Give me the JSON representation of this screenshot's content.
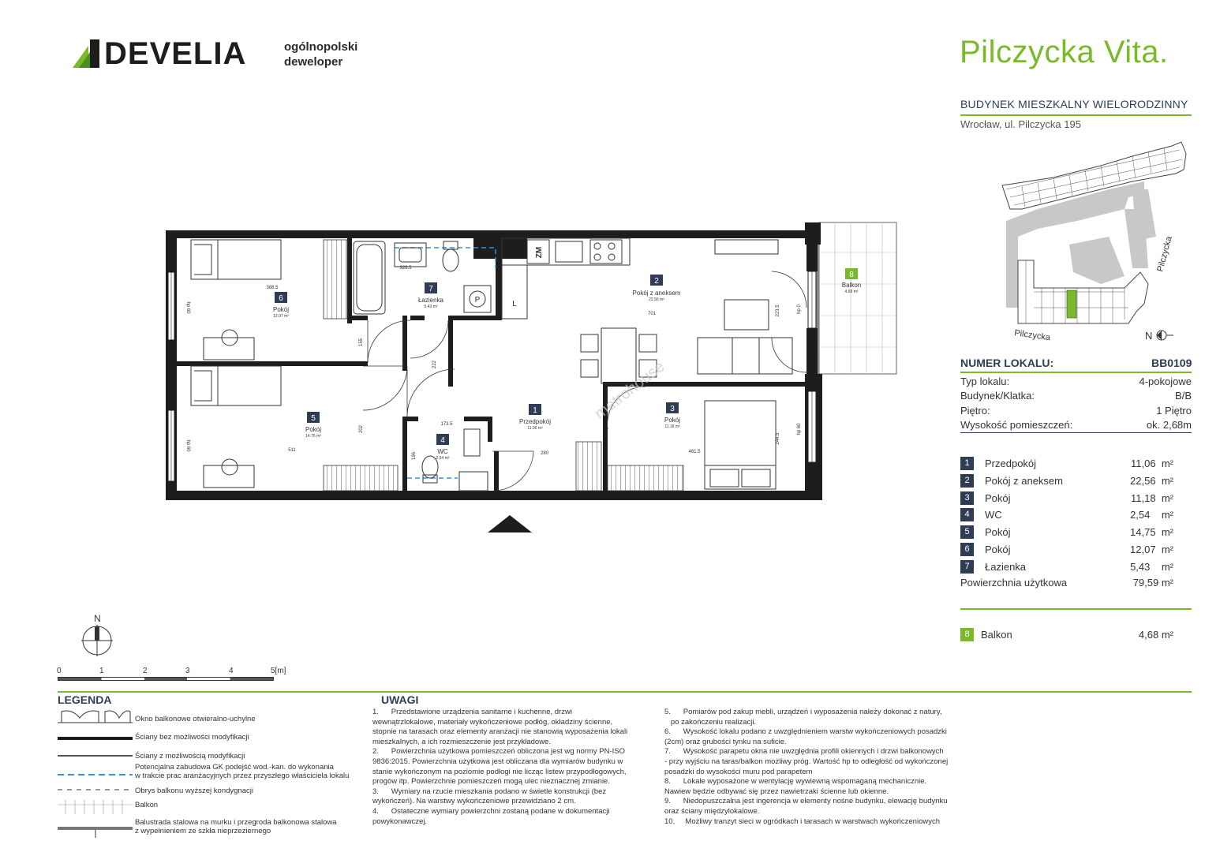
{
  "header": {
    "logo_word": "DEVELIA",
    "logo_sub_line1": "ogólnopolski",
    "logo_sub_line2": "deweloper",
    "brand": "Pilczycka Vita.",
    "building_title": "BUDYNEK MIESZKALNY WIELORODZINNY",
    "address": "Wrocław, ul. Pilczycka 195"
  },
  "site_map": {
    "street_label_1": "Pilczycka",
    "street_label_2": "Pilczycka",
    "north_label": "N"
  },
  "unit": {
    "number_label": "NUMER LOKALU:",
    "number_value": "BB0109",
    "rows": [
      {
        "label": "Typ lokalu:",
        "value": "4-pokojowe"
      },
      {
        "label": "Budynek/Klatka:",
        "value": "B/B"
      },
      {
        "label": "Piętro:",
        "value": "1 Piętro"
      },
      {
        "label": "Wysokość pomieszczeń:",
        "value": "ok. 2,68m"
      }
    ]
  },
  "rooms": [
    {
      "num": "1",
      "name": "Przedpokój",
      "area": "11,06",
      "unit": "m²"
    },
    {
      "num": "2",
      "name": "Pokój z aneksem",
      "area": "22,56",
      "unit": "m²"
    },
    {
      "num": "3",
      "name": "Pokój",
      "area": "11,18",
      "unit": "m²"
    },
    {
      "num": "4",
      "name": "WC",
      "area": "2,54",
      "unit": "m²"
    },
    {
      "num": "5",
      "name": "Pokój",
      "area": "14,75",
      "unit": "m²"
    },
    {
      "num": "6",
      "name": "Pokój",
      "area": "12,07",
      "unit": "m²"
    },
    {
      "num": "7",
      "name": "Łazienka",
      "area": "5,43",
      "unit": "m²"
    }
  ],
  "total": {
    "label": "Powierzchnia użytkowa",
    "value": "79,59 m²"
  },
  "balcony": {
    "num": "8",
    "name": "Balkon",
    "area": "4,68 m²"
  },
  "plan": {
    "rooms": [
      {
        "num": "1",
        "name": "Przedpokój",
        "area": "11.06 m²"
      },
      {
        "num": "2",
        "name": "Pokój z aneksem",
        "area": "22.56 m²"
      },
      {
        "num": "3",
        "name": "Pokój",
        "area": "11.18 m²"
      },
      {
        "num": "4",
        "name": "WC",
        "area": "2.54 m²"
      },
      {
        "num": "5",
        "name": "Pokój",
        "area": "14.75 m²"
      },
      {
        "num": "6",
        "name": "Pokój",
        "area": "12.07 m²"
      },
      {
        "num": "7",
        "name": "Łazienka",
        "area": "5.43 m²"
      },
      {
        "num": "8",
        "name": "Balkon",
        "area": "4.68 m²"
      }
    ],
    "dims": {
      "d1": "388.5",
      "d2": "326.5",
      "d3": "701",
      "d4": "511",
      "d5": "173.5",
      "d6": "280",
      "d7": "461.5",
      "d8": "222",
      "d9": "196",
      "d10": "155",
      "d11": "202",
      "d12": "223.5",
      "d13": "244.5"
    },
    "hp_label": "hp 60",
    "hp_label_2": "hp 0",
    "zm_label": "ZM",
    "l_label": "L",
    "p_label": "P",
    "watermark": "metrohouse"
  },
  "compass": {
    "north": "N"
  },
  "scale": {
    "ticks": [
      "0",
      "1",
      "2",
      "3",
      "4",
      "5[m]"
    ]
  },
  "legend": {
    "title": "LEGENDA",
    "items": [
      "Okno balkonowe otwieralno-uchylne",
      "Ściany bez możliwości modyfikacji",
      "Ściany z możliwością modyfikacji",
      "Potencjalna zabudowa GK podejść wod.-kan. do wykonania\nw trakcie prac aranżacyjnych przez przyszłego właściciela lokalu",
      "Obrys balkonu wyższej kondygnacji",
      "Balkon",
      "Balustrada stalowa na murku i przegroda balkonowa stalowa\nz wypełnieniem ze szkła nieprzeziernego"
    ]
  },
  "notes": {
    "title": "UWAGI",
    "col1": [
      "1.      Przedstawione urządzenia sanitarne i kuchenne, drzwi",
      "wewnątrzlokalowe, materiały wykończeniowe podłóg, okładziny ścienne,",
      "stopnie na tarasach oraz elementy aranżacji nie stanowią wyposażenia lokali",
      "mieszkalnych, a ich rozmieszczenie jest przykładowe.",
      "2.      Powierzchnia użytkowa pomieszczeń obliczona jest wg normy PN-ISO",
      "9836:2015. Powierzchnia użytkowa jest obliczana dla wymiarów budynku w",
      "stanie wykończonym na poziomie podłogi nie licząc listew przypodłogowych,",
      "progów itp. Powierzchnie pomieszczeń mogą ulec nieznacznej zmianie.",
      "3.      Wymiary na rzucie mieszkania podano w świetle konstrukcji (bez",
      "wykończeń). Na warstwy wykończeniowe przewidziano 2 cm.",
      "4.      Ostateczne wymiary powierzchni zostaną podane w dokumentacji",
      "powykonawczej."
    ],
    "col2": [
      "5.      Pomiarów pod zakup mebli, urządzeń i wyposażenia należy dokonać z natury,",
      "   po zakończeniu realizacji.",
      "6.      Wysokość lokalu podano z uwzględnieniem warstw wykończeniowych posadzki",
      "(2cm) oraz grubości tynku na suficie.",
      "7.      Wysokość parapetu okna nie uwzględnia profili okiennych i drzwi balkonowych",
      "- przy wyjściu na taras/balkon możliwy próg. Wartość hp to odległość od wykończonej",
      "posadzki do wysokości muru pod parapetem",
      "8.      Lokale wyposażone w wentylację wywiewną wspomaganą mechanicznie.",
      "Nawiew będzie odbywać się przez nawietrzaki ścienne lub okienne.",
      "9.      Niedopuszczalna jest ingerencja w elementy nośne budynku, elewację budynku",
      "oraz ściany międzylokalowe.",
      "10.     Możliwy tranzyt sieci w ogródkach i tarasach w warstwach wykończeniowych"
    ]
  },
  "colors": {
    "accent_green": "#7ab929",
    "navy": "#2e3d55",
    "wall": "#1d1d1b"
  }
}
